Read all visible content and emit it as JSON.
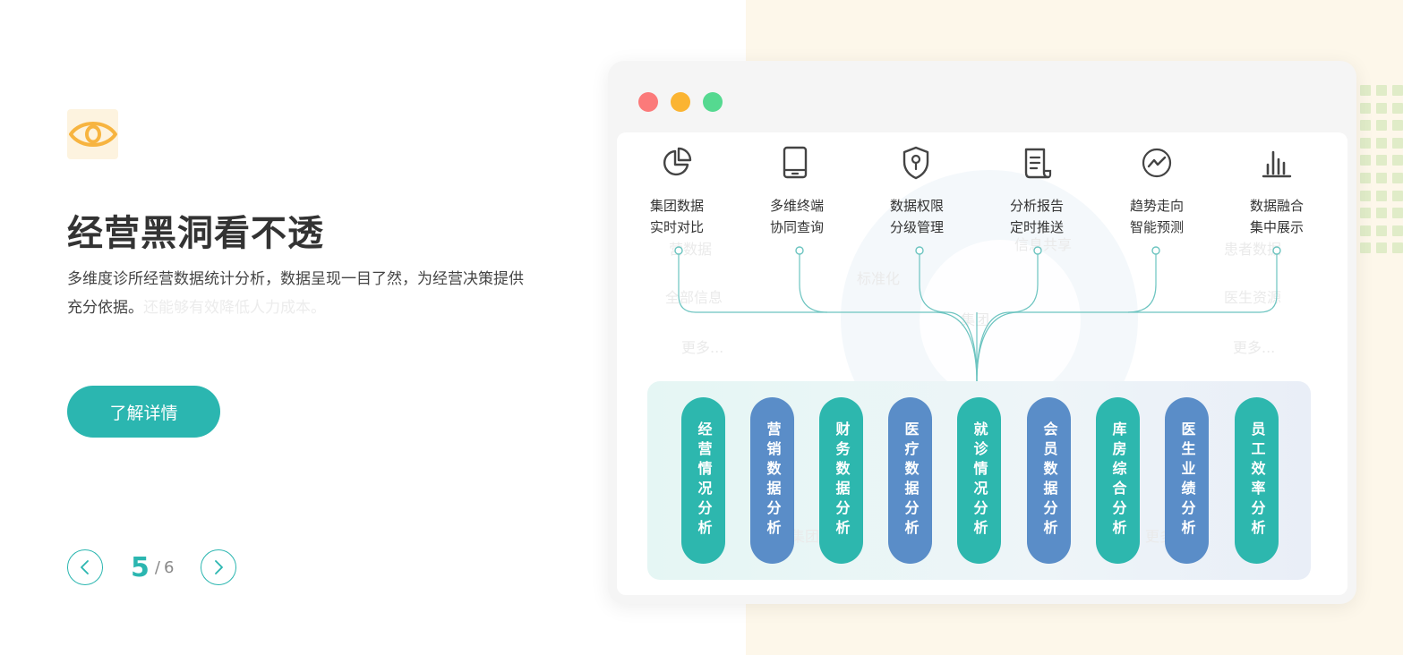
{
  "hero": {
    "title": "经营黑洞看不透",
    "description": "多维度诊所经营数据统计分析，数据呈现一目了然，为经营决策提供充分依据。",
    "description_ghost": "还能够有效降低人力成本。",
    "cta_label": "了解详情",
    "icon": "eye-icon",
    "accent_color": "#2bb6b0",
    "icon_color": "#f7b440"
  },
  "pager": {
    "current": "5",
    "separator": "/",
    "total": "6"
  },
  "window": {
    "dot_colors": [
      "#fb7a7a",
      "#fbb432",
      "#55d990"
    ],
    "features": [
      {
        "icon": "pie-chart-icon",
        "line1": "集团数据",
        "line2": "实时对比"
      },
      {
        "icon": "tablet-icon",
        "line1": "多维终端",
        "line2": "协同查询"
      },
      {
        "icon": "shield-key-icon",
        "line1": "数据权限",
        "line2": "分级管理"
      },
      {
        "icon": "report-scroll-icon",
        "line1": "分析报告",
        "line2": "定时推送"
      },
      {
        "icon": "trend-circle-icon",
        "line1": "趋势走向",
        "line2": "智能预测"
      },
      {
        "icon": "bar-chart-icon",
        "line1": "数据融合",
        "line2": "集中展示"
      }
    ],
    "ghost_words": [
      "营数据",
      "全部信息",
      "更多...",
      "标准化",
      "信息共享",
      "集团",
      "患者数据",
      "医生资源",
      "更多...",
      "集团门",
      "中心",
      "更多"
    ],
    "modules": [
      {
        "label": "经营情况分析",
        "color": "teal"
      },
      {
        "label": "营销数据分析",
        "color": "blue"
      },
      {
        "label": "财务数据分析",
        "color": "teal"
      },
      {
        "label": "医疗数据分析",
        "color": "blue"
      },
      {
        "label": "就诊情况分析",
        "color": "teal"
      },
      {
        "label": "会员数据分析",
        "color": "blue"
      },
      {
        "label": "库房综合分析",
        "color": "teal"
      },
      {
        "label": "医生业绩分析",
        "color": "blue"
      },
      {
        "label": "员工效率分析",
        "color": "teal"
      }
    ]
  }
}
